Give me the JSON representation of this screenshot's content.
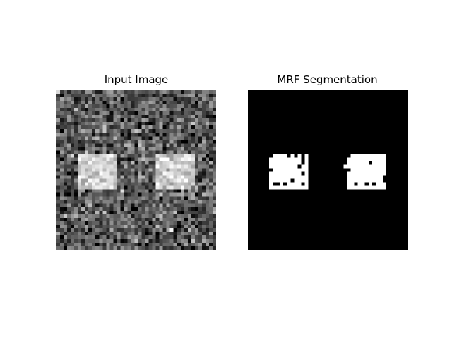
{
  "chart_data": [
    {
      "type": "heatmap",
      "title": "Input Image",
      "colormap": "gray",
      "grid_size": [
        45,
        45
      ],
      "description_of_values": "noisy grayscale intensities",
      "background_mean": 0.35,
      "noise_std": 0.18,
      "bright_regions": [
        {
          "row_range": [
            18,
            27
          ],
          "col_range": [
            6,
            16
          ],
          "mean": 0.82
        },
        {
          "row_range": [
            18,
            27
          ],
          "col_range": [
            28,
            38
          ],
          "mean": 0.82
        }
      ],
      "grid": false,
      "axis": "off"
    },
    {
      "type": "heatmap",
      "title": "MRF Segmentation",
      "colormap": "gray",
      "grid_size": [
        45,
        45
      ],
      "classes": [
        0,
        1
      ],
      "foreground_regions": [
        {
          "row_range": [
            18,
            27
          ],
          "col_range": [
            6,
            16
          ],
          "value": 1
        },
        {
          "row_range": [
            18,
            27
          ],
          "col_range": [
            28,
            38
          ],
          "value": 1
        }
      ],
      "holes": [
        [
          18,
          6
        ],
        [
          18,
          11
        ],
        [
          18,
          13
        ],
        [
          18,
          15
        ],
        [
          19,
          15
        ],
        [
          20,
          15
        ],
        [
          21,
          14
        ],
        [
          22,
          6
        ],
        [
          23,
          15
        ],
        [
          25,
          12
        ],
        [
          26,
          7
        ],
        [
          26,
          8
        ],
        [
          26,
          10
        ],
        [
          26,
          15
        ],
        [
          18,
          28
        ],
        [
          20,
          34
        ],
        [
          22,
          28
        ],
        [
          24,
          38
        ],
        [
          25,
          38
        ],
        [
          26,
          30
        ],
        [
          26,
          33
        ],
        [
          26,
          35
        ]
      ],
      "protrusions": [
        [
          22,
          16
        ],
        [
          23,
          38
        ],
        [
          21,
          27
        ]
      ],
      "grid": false,
      "axis": "off"
    }
  ]
}
